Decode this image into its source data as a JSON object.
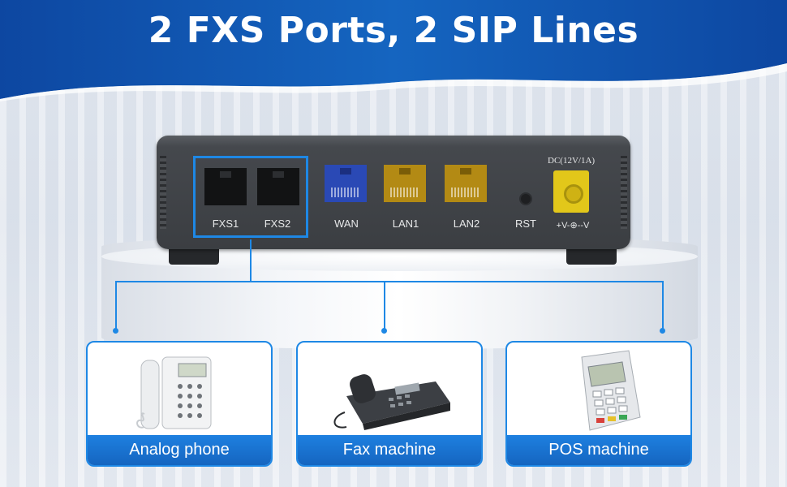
{
  "headline": "2 FXS Ports, 2 SIP Lines",
  "colors": {
    "accent": "#1e88e5",
    "banner": "#1565c0",
    "device_body": "#3b3e42",
    "wan_port": "#2a49b5",
    "lan_port": "#b38a14",
    "dc_jack": "#e2c71a"
  },
  "device": {
    "ports": {
      "fxs1": "FXS1",
      "fxs2": "FXS2",
      "wan": "WAN",
      "lan1": "LAN1",
      "lan2": "LAN2",
      "rst": "RST"
    },
    "dc_label": "DC(12V/1A)",
    "dc_polarity": "+V-⊕--V"
  },
  "devices_connected": [
    {
      "label": "Analog phone",
      "icon": "analog-phone-icon"
    },
    {
      "label": "Fax machine",
      "icon": "fax-machine-icon"
    },
    {
      "label": "POS machine",
      "icon": "pos-machine-icon"
    }
  ]
}
